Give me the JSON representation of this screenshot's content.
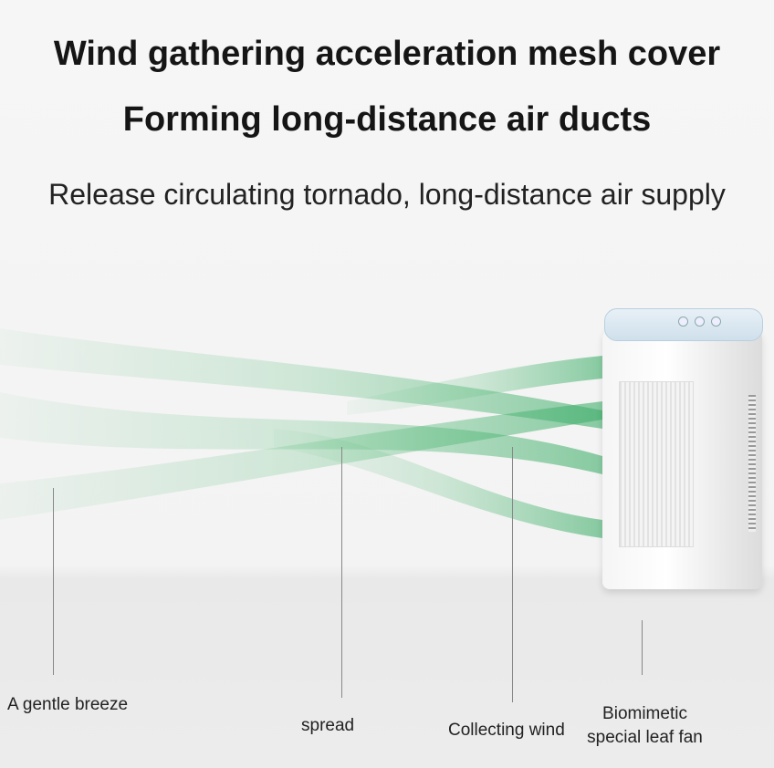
{
  "headline": {
    "line1": "Wind gathering acceleration mesh cover",
    "line2": "Forming long-distance air ducts"
  },
  "subheadline": "Release circulating tornado, long-distance air supply",
  "callouts": {
    "breeze": "A gentle breeze",
    "spread": "spread",
    "collecting": "Collecting wind",
    "fan_line1": "Biomimetic",
    "fan_line2": "special leaf fan"
  },
  "colors": {
    "wave": "#5fbf7f",
    "lid": "#cfe0ec"
  }
}
